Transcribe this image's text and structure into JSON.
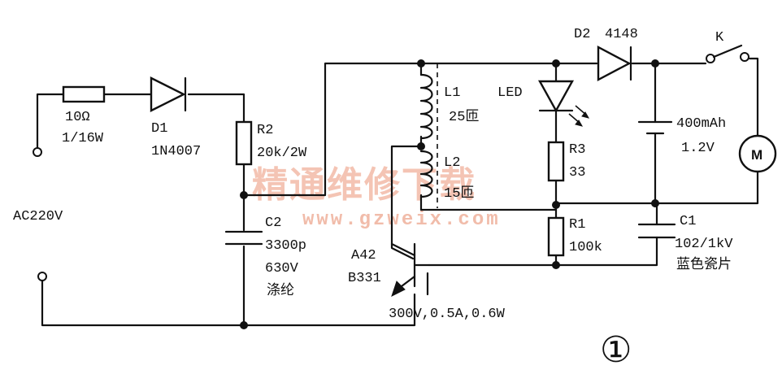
{
  "watermark": {
    "title": "精通维修下载",
    "url": "www.gzweix.com"
  },
  "labels": {
    "ac_source": "AC220V",
    "r_in_value": "10Ω",
    "r_in_power": "1/16W",
    "d1_name": "D1",
    "d1_part": "1N4007",
    "r2_name": "R2",
    "r2_value": "20k/2W",
    "c2_name": "C2",
    "c2_value": "3300p",
    "c2_voltage": "630V",
    "c2_type": "涤纶",
    "l1_name": "L1",
    "l1_turns": "25匝",
    "l2_name": "L2",
    "l2_turns": "15匝",
    "transistor_name": "A42",
    "transistor_alt": "B331",
    "transistor_rating": "300V,0.5A,0.6W",
    "led_name": "LED",
    "r3_name": "R3",
    "r3_value": "33",
    "r1_name": "R1",
    "r1_value": "100k",
    "d2_name": "D2",
    "d2_part": "4148",
    "switch_name": "K",
    "battery_capacity": "400mAh",
    "battery_voltage": "1.2V",
    "c1_name": "C1",
    "c1_value": "102/1kV",
    "c1_type": "蓝色瓷片",
    "motor_symbol": "M",
    "figure_number": "①"
  }
}
